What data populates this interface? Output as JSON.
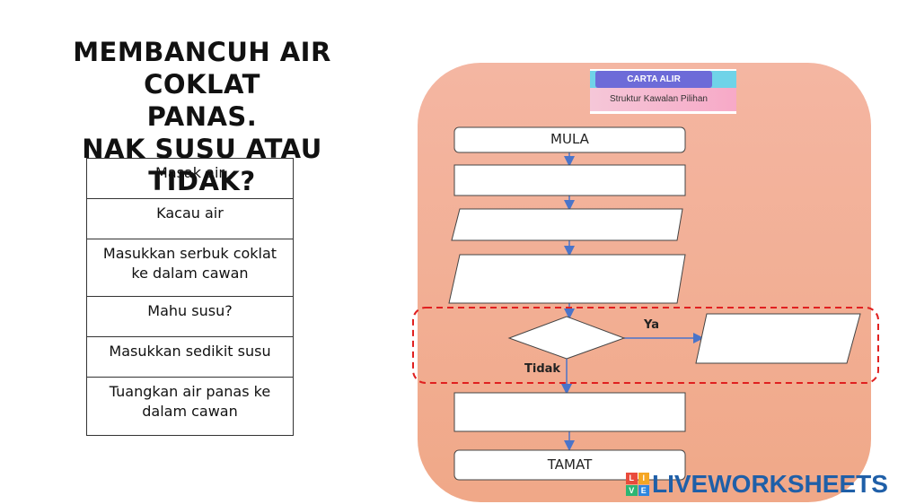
{
  "title": {
    "line1": "MEMBANCUH AIR COKLAT",
    "line2": "PANAS.",
    "line3": "NAK SUSU ATAU TIDAK?"
  },
  "steps": [
    {
      "line1": "Masak air",
      "line2": ""
    },
    {
      "line1": "Kacau air",
      "line2": ""
    },
    {
      "line1": "Masukkan serbuk coklat",
      "line2": "ke dalam cawan"
    },
    {
      "line1": "Mahu susu?",
      "line2": ""
    },
    {
      "line1": "Masukkan sedikit susu",
      "line2": ""
    },
    {
      "line1": "Tuangkan air panas ke",
      "line2": "dalam cawan"
    }
  ],
  "card": {
    "heading": "CARTA ALIR",
    "subheading": "Struktur Kawalan Pilihan"
  },
  "flowchart": {
    "start_label": "MULA",
    "end_label": "TAMAT",
    "yes_label": "Ya",
    "no_label": "Tidak"
  },
  "colors": {
    "panel": "#f2ad92",
    "arrow": "#4a74c9",
    "highlight_dash": "#e02020",
    "watermark": "#1f5fa8"
  },
  "watermark": {
    "logo_letters": [
      "L",
      "I",
      "V",
      "E"
    ],
    "text": "LIVEWORKSHEETS"
  }
}
